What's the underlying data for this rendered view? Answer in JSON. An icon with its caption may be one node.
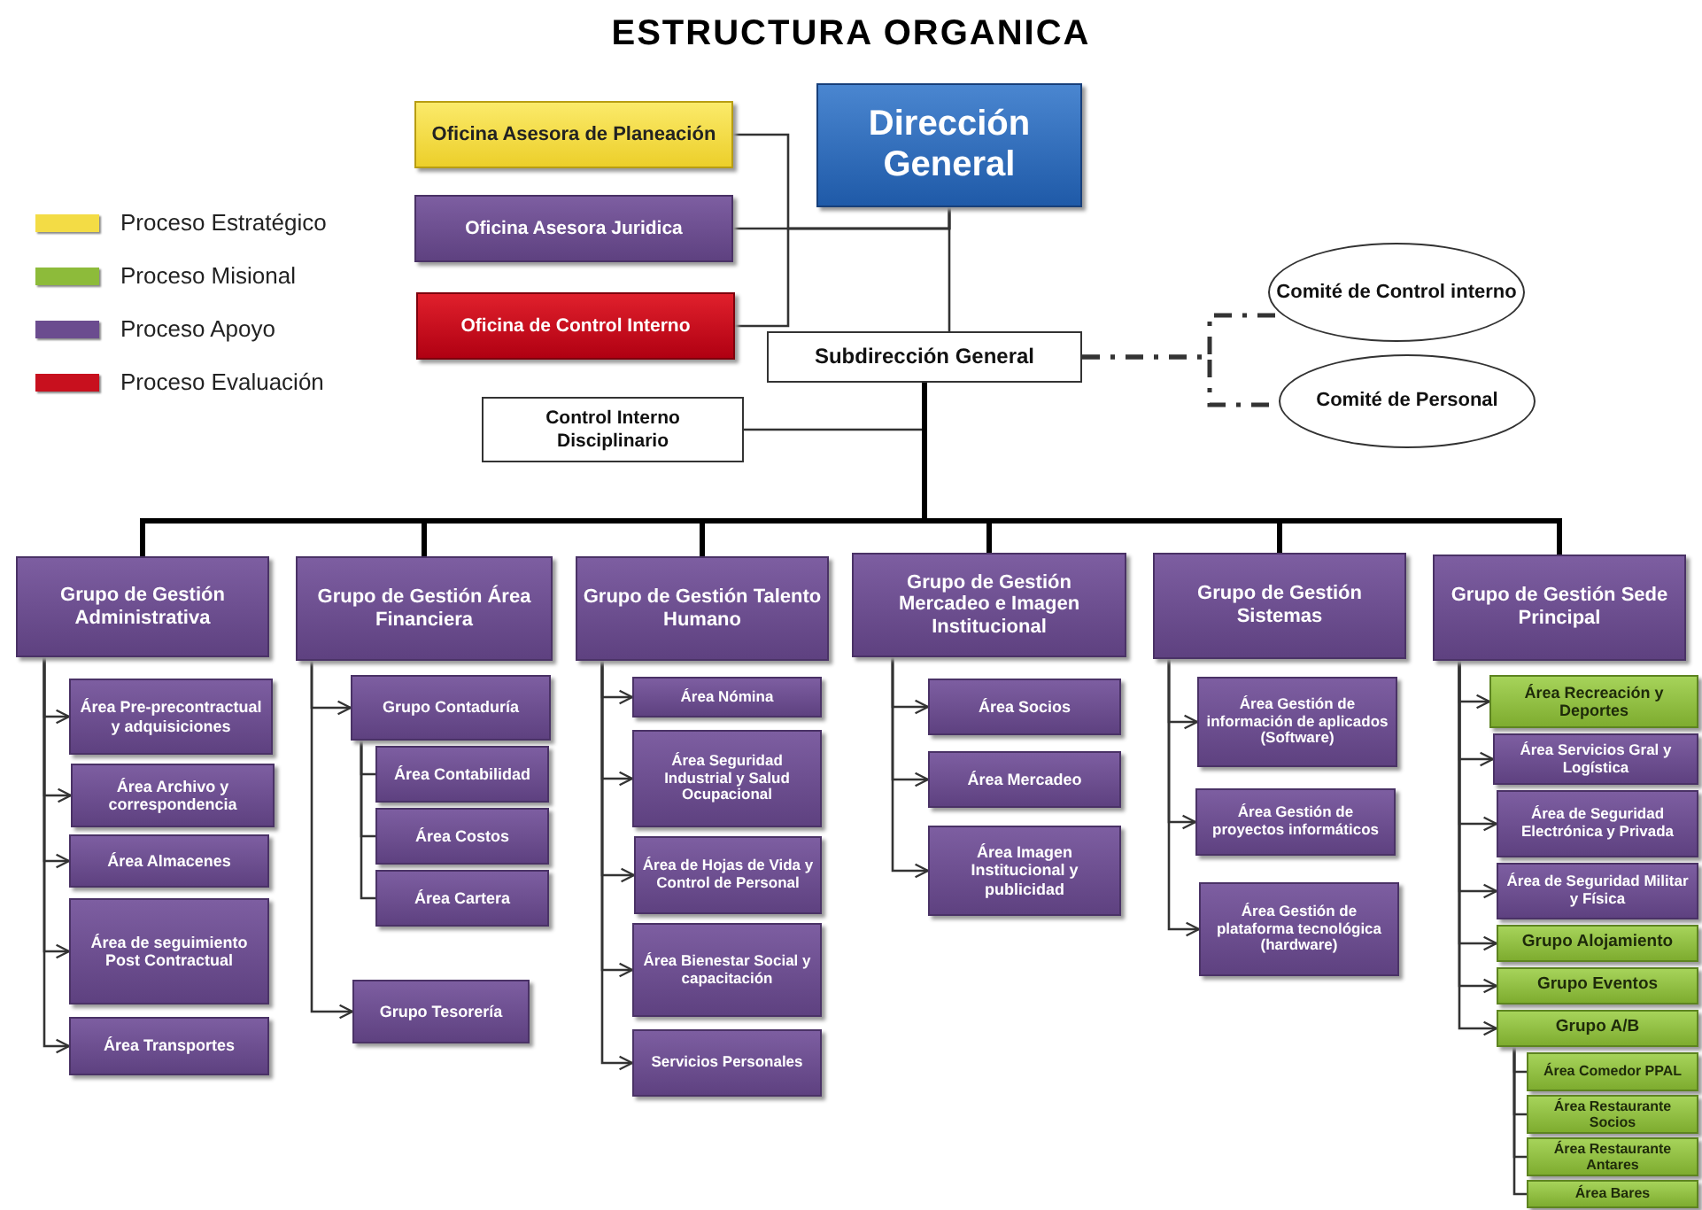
{
  "diagram": {
    "title": "ESTRUCTURA ORGANICA",
    "nodes": [
      {
        "text": [
          "Oficina Asesora de Planeación"
        ]
      },
      {
        "text": [
          "Dirección General"
        ]
      },
      {
        "text": [
          "Oficina Asesora Juridica"
        ]
      },
      {
        "text": [
          "Oficina de Control Interno"
        ]
      },
      {
        "text": [
          "Comité de Control interno"
        ]
      },
      {
        "text": [
          "Subdirección General"
        ]
      },
      {
        "text": [
          "Comité de Personal"
        ]
      },
      {
        "text": [
          "Control Interno Disciplinario"
        ]
      },
      {
        "text": [
          "Grupo de Gestión Administrativa"
        ]
      },
      {
        "text": [
          "Área Pre-precontractual y adquisiciones"
        ]
      },
      {
        "text": [
          "Área Archivo y correspondencia"
        ]
      },
      {
        "text": [
          "Área Almacenes"
        ]
      },
      {
        "text": [
          "Área de seguimiento Post Contractual"
        ]
      },
      {
        "text": [
          "Área Transportes"
        ]
      },
      {
        "text": [
          "Grupo de Gestión Área Financiera"
        ]
      },
      {
        "text": [
          "Grupo Contaduría"
        ]
      },
      {
        "text": [
          "Área Contabilidad"
        ]
      },
      {
        "text": [
          "Área Costos"
        ]
      },
      {
        "text": [
          "Área Cartera"
        ]
      },
      {
        "text": [
          "Grupo Tesorería"
        ]
      },
      {
        "text": [
          "Grupo de Gestión Talento Humano"
        ]
      },
      {
        "text": [
          "Área Nómina"
        ]
      },
      {
        "text": [
          "Área Seguridad Industrial y Salud Ocupacional"
        ]
      },
      {
        "text": [
          "Área de Hojas de Vida y Control de Personal"
        ]
      },
      {
        "text": [
          "Área Bienestar Social y capacitación"
        ]
      },
      {
        "text": [
          "Servicios Personales"
        ]
      },
      {
        "text": [
          "Grupo de Gestión Mercadeo e Imagen Institucional"
        ]
      },
      {
        "text": [
          "Área Socios"
        ]
      },
      {
        "text": [
          "Área Mercadeo"
        ]
      },
      {
        "text": [
          "Área Imagen Institucional y publicidad"
        ]
      },
      {
        "text": [
          "Grupo de Gestión Sistemas"
        ]
      },
      {
        "text": [
          "Área Gestión de información de aplicados (Software)"
        ]
      },
      {
        "text": [
          "Área Gestión de proyectos informáticos"
        ]
      },
      {
        "text": [
          "Área Gestión de plataforma tecnológica (hardware)"
        ]
      },
      {
        "text": [
          "Grupo de Gestión Sede Principal"
        ]
      },
      {
        "text": [
          "Área Recreación y Deportes"
        ]
      },
      {
        "text": [
          "Área Servicios Gral y Logística"
        ]
      },
      {
        "text": [
          "Área de Seguridad Electrónica y Privada"
        ]
      },
      {
        "text": [
          "Área de Seguridad Militar y Física"
        ]
      },
      {
        "text": [
          "Grupo Alojamiento"
        ]
      },
      {
        "text": [
          "Grupo Eventos"
        ]
      },
      {
        "text": [
          "Grupo A/B"
        ]
      },
      {
        "text": [
          "Área Comedor PPAL"
        ]
      },
      {
        "text": [
          "Área Restaurante Socios"
        ]
      },
      {
        "text": [
          "Área Restaurante Antares"
        ]
      },
      {
        "text": [
          "Área Bares"
        ]
      }
    ],
    "edges": [
      {
        "from": 0,
        "to": 1,
        "arrow": "none"
      },
      {
        "from": 2,
        "to": 1,
        "arrow": "none"
      },
      {
        "from": 3,
        "to": 1,
        "arrow": "none"
      },
      {
        "from": 1,
        "to": 5,
        "arrow": "none"
      },
      {
        "from": 7,
        "to": 5,
        "arrow": "none"
      },
      {
        "from": 5,
        "to": 4,
        "arrow": "none",
        "style": "dashed"
      },
      {
        "from": 5,
        "to": 6,
        "arrow": "none",
        "style": "dashed"
      },
      {
        "from": 5,
        "to": 8,
        "arrow": "none",
        "style": "thick"
      },
      {
        "from": 5,
        "to": 14,
        "arrow": "none",
        "style": "thick"
      },
      {
        "from": 5,
        "to": 20,
        "arrow": "none",
        "style": "thick"
      },
      {
        "from": 5,
        "to": 26,
        "arrow": "none",
        "style": "thick"
      },
      {
        "from": 5,
        "to": 30,
        "arrow": "none",
        "style": "thick"
      },
      {
        "from": 5,
        "to": 34,
        "arrow": "none",
        "style": "thick"
      },
      {
        "from": 8,
        "to": 9,
        "arrow": "to"
      },
      {
        "from": 8,
        "to": 10,
        "arrow": "to"
      },
      {
        "from": 8,
        "to": 11,
        "arrow": "to"
      },
      {
        "from": 8,
        "to": 12,
        "arrow": "to"
      },
      {
        "from": 8,
        "to": 13,
        "arrow": "to"
      },
      {
        "from": 14,
        "to": 15,
        "arrow": "to"
      },
      {
        "from": 15,
        "to": 16,
        "arrow": "none"
      },
      {
        "from": 15,
        "to": 17,
        "arrow": "none"
      },
      {
        "from": 15,
        "to": 18,
        "arrow": "none"
      },
      {
        "from": 14,
        "to": 19,
        "arrow": "to"
      },
      {
        "from": 20,
        "to": 21,
        "arrow": "to"
      },
      {
        "from": 20,
        "to": 22,
        "arrow": "to"
      },
      {
        "from": 20,
        "to": 23,
        "arrow": "to"
      },
      {
        "from": 20,
        "to": 24,
        "arrow": "to"
      },
      {
        "from": 20,
        "to": 25,
        "arrow": "to"
      },
      {
        "from": 26,
        "to": 27,
        "arrow": "to"
      },
      {
        "from": 26,
        "to": 28,
        "arrow": "to"
      },
      {
        "from": 26,
        "to": 29,
        "arrow": "to"
      },
      {
        "from": 30,
        "to": 31,
        "arrow": "to"
      },
      {
        "from": 30,
        "to": 32,
        "arrow": "to"
      },
      {
        "from": 30,
        "to": 33,
        "arrow": "to"
      },
      {
        "from": 34,
        "to": 35,
        "arrow": "to"
      },
      {
        "from": 34,
        "to": 36,
        "arrow": "to"
      },
      {
        "from": 34,
        "to": 37,
        "arrow": "to"
      },
      {
        "from": 34,
        "to": 38,
        "arrow": "to"
      },
      {
        "from": 34,
        "to": 39,
        "arrow": "to"
      },
      {
        "from": 34,
        "to": 40,
        "arrow": "to"
      },
      {
        "from": 34,
        "to": 41,
        "arrow": "to"
      },
      {
        "from": 41,
        "to": 42,
        "arrow": "none"
      },
      {
        "from": 41,
        "to": 43,
        "arrow": "none"
      },
      {
        "from": 41,
        "to": 44,
        "arrow": "none"
      },
      {
        "from": 41,
        "to": 45,
        "arrow": "none"
      }
    ],
    "legend": [
      {
        "text": "Proceso Estratégico",
        "color": "#f3dc45"
      },
      {
        "text": "Proceso Misional",
        "color": "#8dbb3a"
      },
      {
        "text": "Proceso Apoyo",
        "color": "#6b4c8f"
      },
      {
        "text": "Proceso Evaluación",
        "color": "#c8101e"
      }
    ]
  }
}
